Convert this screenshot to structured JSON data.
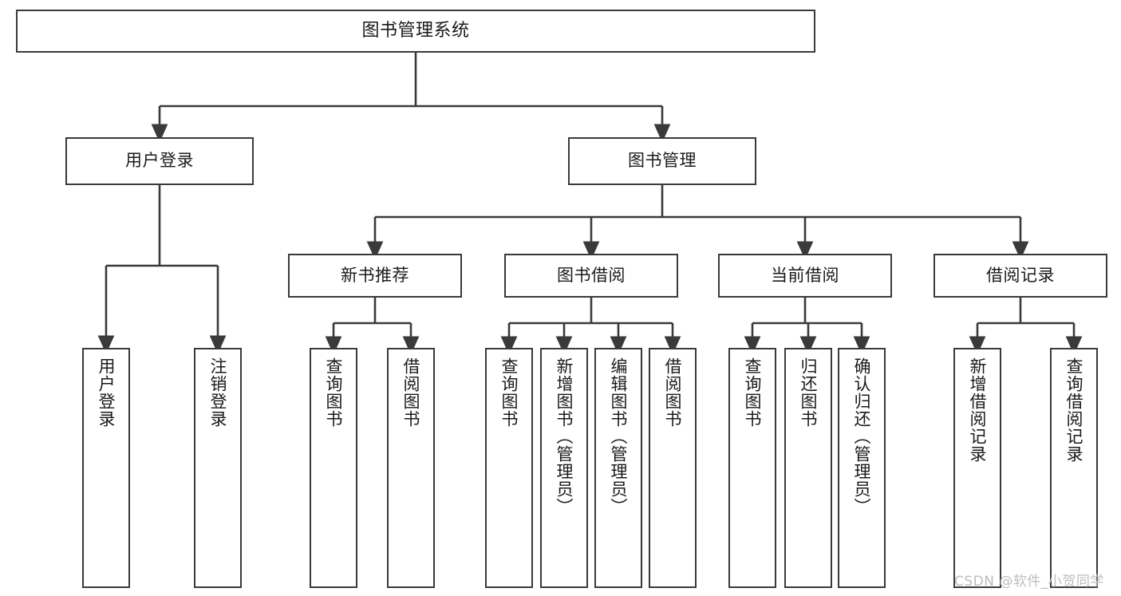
{
  "diagram": {
    "title": "图书管理系统",
    "type": "tree-hierarchy",
    "watermark": "CSDN @软件_小贺同学",
    "colors": {
      "box_border": "#3a3a3a",
      "box_fill": "#ffffff",
      "edge": "#3a3a3a",
      "text": "#1a1a1a",
      "watermark": "#bdbdbd",
      "background": "#ffffff"
    },
    "nodes": {
      "root": {
        "label": "图书管理系统"
      },
      "level2": [
        {
          "id": "user-login",
          "label": "用户登录"
        },
        {
          "id": "book-management",
          "label": "图书管理"
        }
      ],
      "level3": [
        {
          "id": "new-book-recommend",
          "label": "新书推荐"
        },
        {
          "id": "book-borrow",
          "label": "图书借阅"
        },
        {
          "id": "current-borrow",
          "label": "当前借阅"
        },
        {
          "id": "borrow-record",
          "label": "借阅记录"
        }
      ],
      "leaves": {
        "user_login": [
          {
            "id": "leaf-user-login",
            "label": "用户登录"
          },
          {
            "id": "leaf-logout",
            "label": "注销登录"
          }
        ],
        "new_book_recommend": [
          {
            "id": "leaf-query-book-1",
            "label": "查询图书"
          },
          {
            "id": "leaf-borrow-book-1",
            "label": "借阅图书"
          }
        ],
        "book_borrow": [
          {
            "id": "leaf-query-book-2",
            "label": "查询图书"
          },
          {
            "id": "leaf-add-book",
            "label": "新增图书（管理员）"
          },
          {
            "id": "leaf-edit-book",
            "label": "编辑图书（管理员）"
          },
          {
            "id": "leaf-borrow-book-2",
            "label": "借阅图书"
          }
        ],
        "current_borrow": [
          {
            "id": "leaf-query-book-3",
            "label": "查询图书"
          },
          {
            "id": "leaf-return-book",
            "label": "归还图书"
          },
          {
            "id": "leaf-confirm-return",
            "label": "确认归还（管理员）"
          }
        ],
        "borrow_record": [
          {
            "id": "leaf-add-record",
            "label": "新增借阅记录"
          },
          {
            "id": "leaf-query-record",
            "label": "查询借阅记录"
          }
        ]
      }
    }
  }
}
